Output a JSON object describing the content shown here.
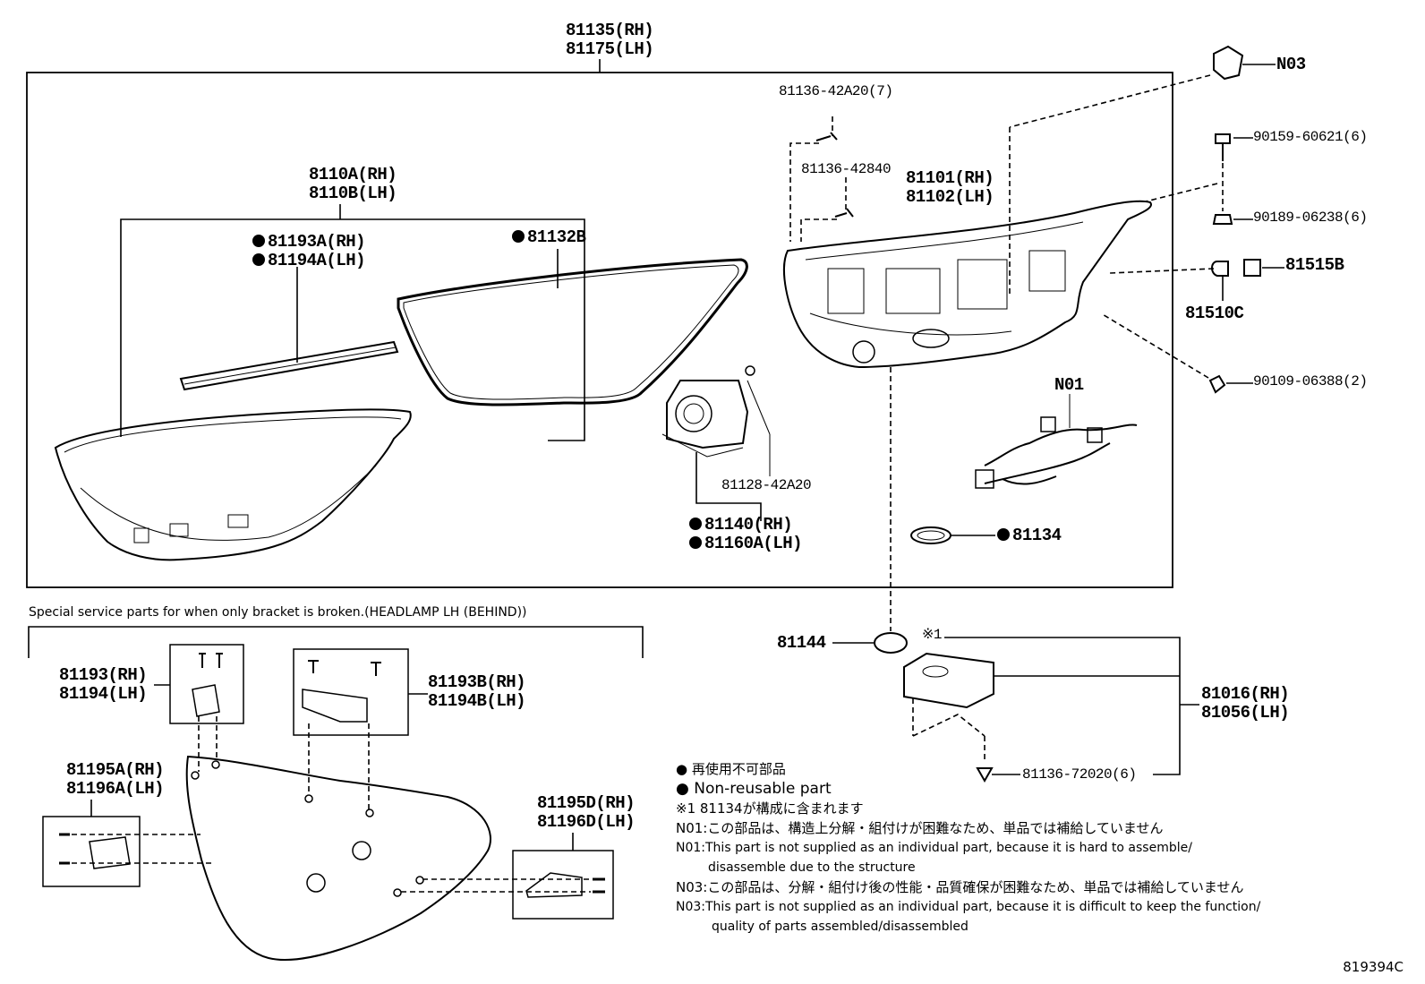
{
  "labels": {
    "assy_top": [
      "81135(RH)",
      "81175(LH)"
    ],
    "lens": [
      "8110A(RH)",
      "8110B(LH)"
    ],
    "gasket_top": [
      "81193A(RH)",
      "81194A(LH)"
    ],
    "seal": "81132B",
    "screw_7": "81136-42A20(7)",
    "screw_single": "81136-42840",
    "housing": [
      "81101(RH)",
      "81102(LH)"
    ],
    "n03": "N03",
    "bolt_a": "90159-60621(6)",
    "nut_b": "90189-06238(6)",
    "socket": "81515B",
    "bulb": "81510C",
    "clip": "90109-06388(2)",
    "n01": "N01",
    "screw_unit": "81128-42A20",
    "unit": [
      "81140(RH)",
      "81160A(LH)"
    ],
    "ring": "81134",
    "cap": "81144",
    "note_ref": "※1",
    "ballast": [
      "81016(RH)",
      "81056(LH)"
    ],
    "screw_ballast": "81136-72020(6)",
    "bracket_a": [
      "81193(RH)",
      "81194(LH)"
    ],
    "bracket_b": [
      "81193B(RH)",
      "81194B(LH)"
    ],
    "bracket_c": [
      "81195A(RH)",
      "81196A(LH)"
    ],
    "bracket_d": [
      "81195D(RH)",
      "81196D(LH)"
    ]
  },
  "caption": "Special service parts for when only bracket is broken.(HEADLAMP LH (BEHIND))",
  "notes": [
    "● 再使用不可部品",
    "● Non-reusable part",
    "※1 81134が構成に含まれます",
    "N01:この部品は、構造上分解・組付けが困難なため、単品では補給していません",
    "N01:This part is not supplied as an individual part, because it is hard to assemble/",
    "disassemble due to the structure",
    "N03:この部品は、分解・組付け後の性能・品質確保が困難なため、単品では補給していません",
    "N03:This part is not supplied as an individual part, because it is difficult to keep the function/",
    "quality of parts assembled/disassembled"
  ],
  "diagram_code": "819394C"
}
